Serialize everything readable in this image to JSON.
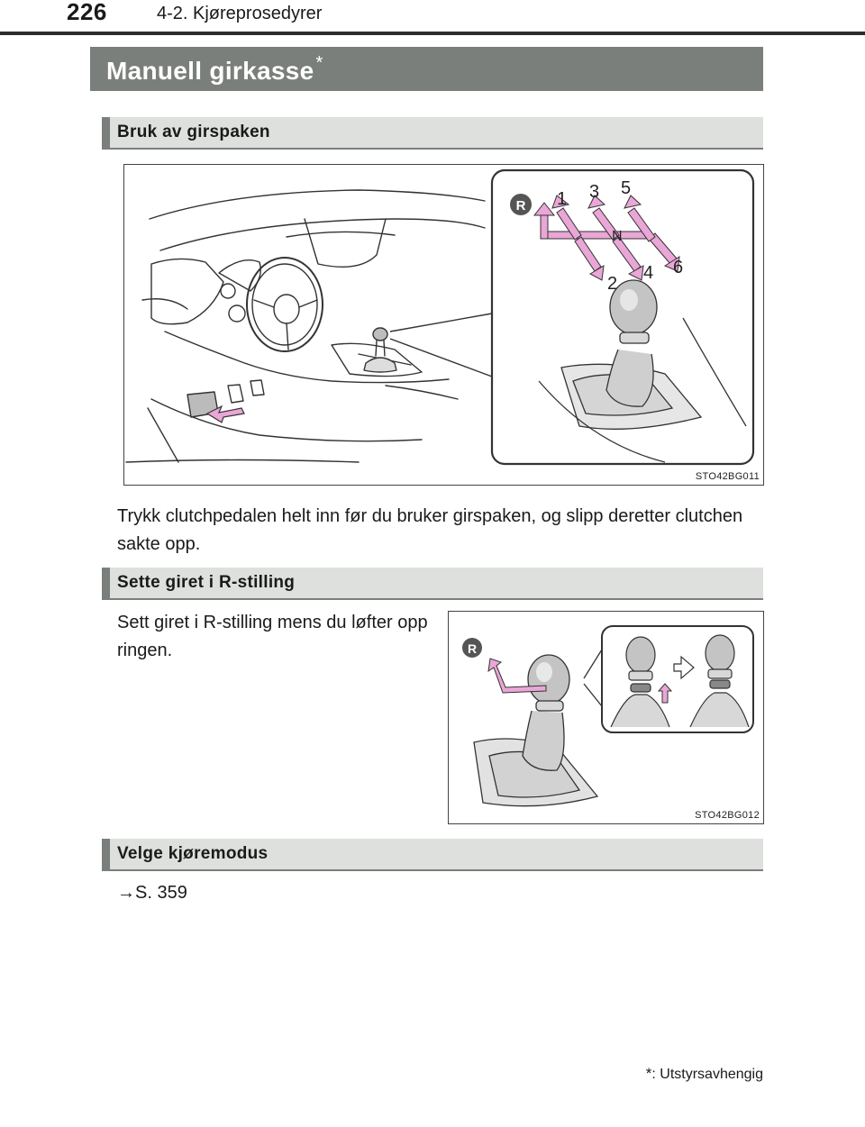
{
  "header": {
    "page_number": "226",
    "chapter": "4-2. Kjøreprosedyrer"
  },
  "title": {
    "text": "Manuell girkasse",
    "mark": "*"
  },
  "sections": {
    "gear_lever": {
      "heading": "Bruk av girspaken",
      "figure_code": "STO42BG011",
      "shift_labels": [
        "R",
        "1",
        "2",
        "3",
        "4",
        "5",
        "6",
        "N"
      ],
      "body": "Trykk clutchpedalen helt inn før du bruker girspaken, og slipp deretter clutchen sakte opp."
    },
    "reverse": {
      "heading": "Sette giret i R-stilling",
      "body": "Sett giret i R-stilling mens du løfter opp ringen.",
      "figure_code": "STO42BG012",
      "figure_label": "R"
    },
    "drive_mode": {
      "heading": "Velge kjøremodus",
      "reference": "→S. 359"
    }
  },
  "footnote": {
    "mark": "*",
    "text": ": Utstyrsavhengig"
  },
  "colors": {
    "title_bar": "#7b7f7c",
    "section_bg": "#dde0dd",
    "arrow_pink": "#e9a6d6"
  }
}
